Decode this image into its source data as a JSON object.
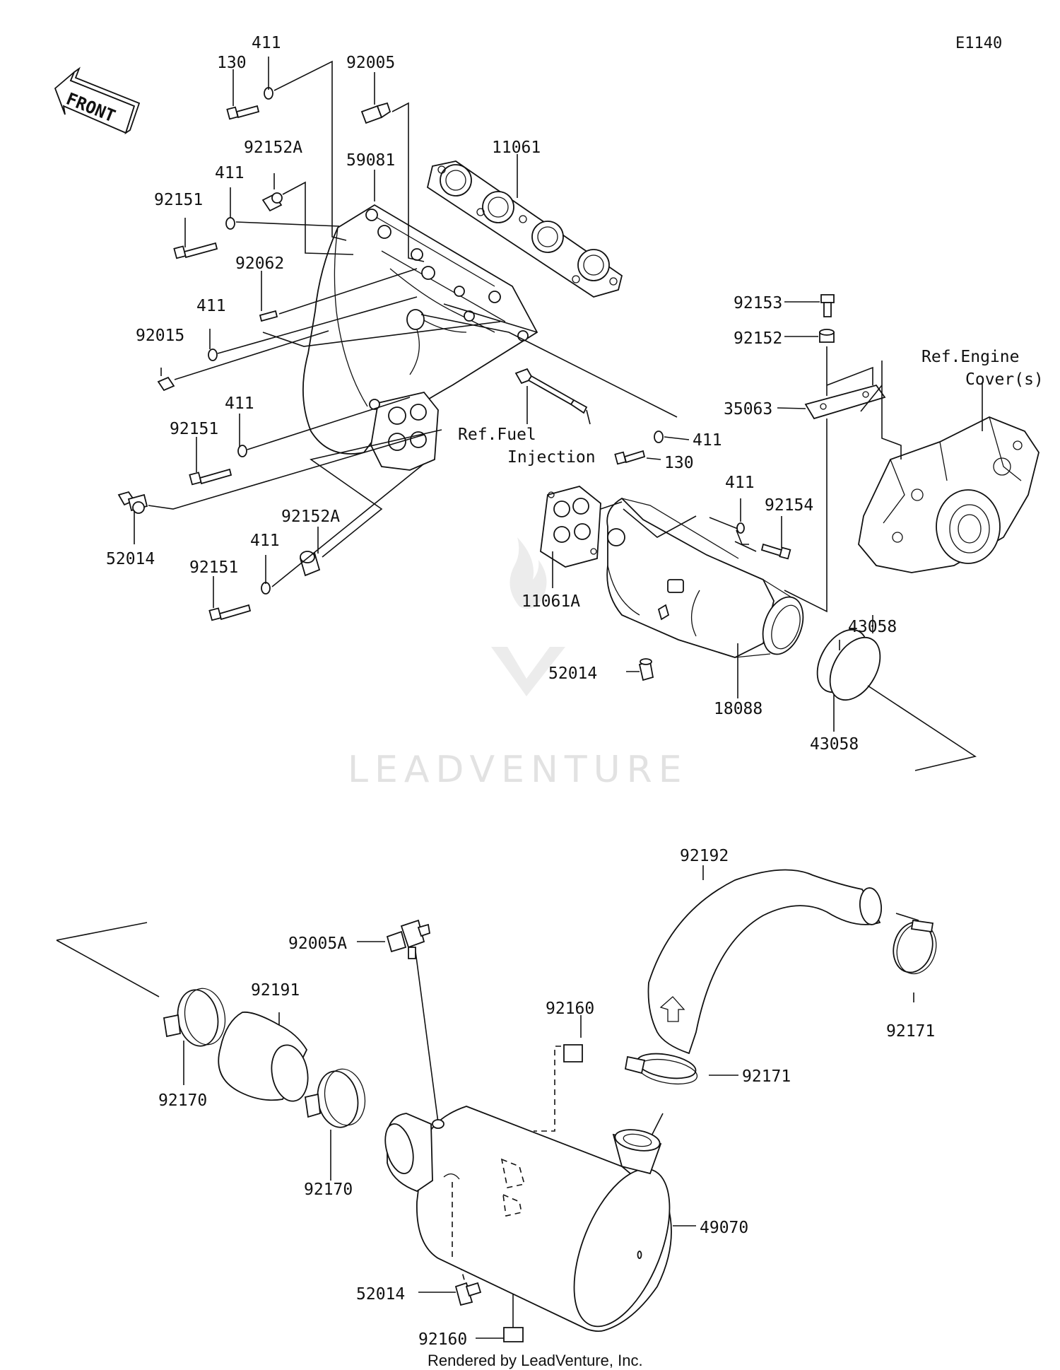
{
  "diagram_code": "E1140",
  "front_label": "FRONT",
  "watermark": "LEADVENTURE",
  "footer": "Rendered by LeadVenture, Inc.",
  "refs": {
    "fuel_injection_line1": "Ref.Fuel",
    "fuel_injection_line2": "Injection",
    "engine_cover_line1": "Ref.Engine",
    "engine_cover_line2": "Cover(s)"
  },
  "parts": {
    "p411_top": "411",
    "p130_top": "130",
    "p92005": "92005",
    "p11061": "11061",
    "p92152A_top": "92152A",
    "p59081": "59081",
    "p411_a": "411",
    "p92151_a": "92151",
    "p92062": "92062",
    "p411_b": "411",
    "p92015": "92015",
    "p411_c": "411",
    "p92151_b": "92151",
    "p52014_left": "52014",
    "p92152A_bot": "92152A",
    "p411_d": "411",
    "p92151_c": "92151",
    "p92153": "92153",
    "p92152": "92152",
    "p35063": "35063",
    "p411_right": "411",
    "p130_right": "130",
    "p411_mid": "411",
    "p92154": "92154",
    "p11061A": "11061A",
    "p52014_mid": "52014",
    "p18088": "18088",
    "p43058_top": "43058",
    "p43058_bot": "43058",
    "p92192": "92192",
    "p92005A": "92005A",
    "p92191": "92191",
    "p92160_top": "92160",
    "p92171_right": "92171",
    "p92171_mid": "92171",
    "p92170_left": "92170",
    "p92170_mid": "92170",
    "p49070": "49070",
    "p52014_bot": "52014",
    "p92160_bot": "92160"
  }
}
